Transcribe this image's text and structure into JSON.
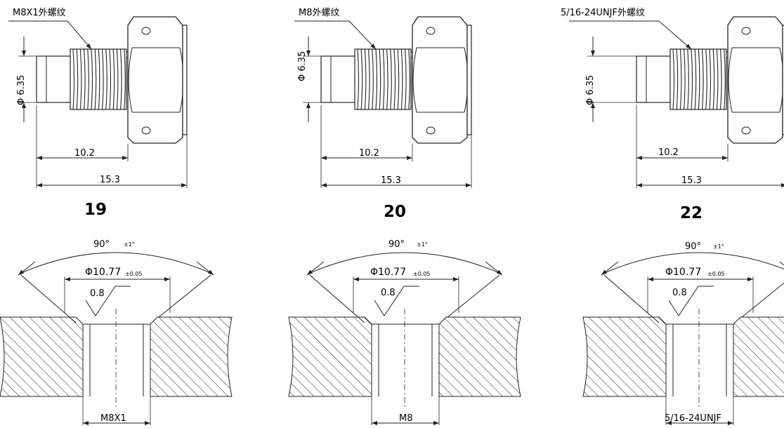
{
  "panels": [
    {
      "id": "19",
      "thread_callout": "M8X1外螺纹",
      "diameter": "Φ 6.35",
      "dim_short": "10.2",
      "dim_long": "15.3",
      "number": "19",
      "angle": "90°",
      "angle_tol": "±1°",
      "bore": "Φ10.77",
      "bore_tol": "±0.05",
      "roughness": "0.8",
      "bottom_thread": "M8X1"
    },
    {
      "id": "20",
      "thread_callout": "M8外螺纹",
      "diameter": "Φ 6.35",
      "dim_short": "10.2",
      "dim_long": "15.3",
      "number": "20",
      "angle": "90°",
      "angle_tol": "±1°",
      "bore": "Φ10.77",
      "bore_tol": "±0.05",
      "roughness": "0.8",
      "bottom_thread": "M8"
    },
    {
      "id": "22",
      "thread_callout": "5/16-24UNJF外螺纹",
      "diameter": "Φ 6.35",
      "dim_short": "10.2",
      "dim_long": "15.3",
      "number": "22",
      "angle": "90°",
      "angle_tol": "±1°",
      "bore": "Φ10.77",
      "bore_tol": "±0.05",
      "roughness": "0.8",
      "bottom_thread": "5/16-24UNJF"
    }
  ]
}
